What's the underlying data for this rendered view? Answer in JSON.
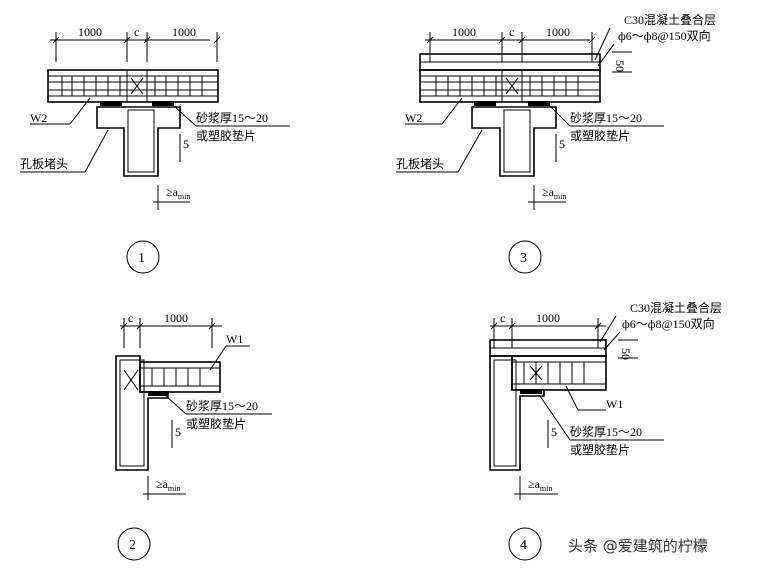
{
  "dims": {
    "d1000": "1000",
    "c": "c",
    "d50": "50",
    "d5": "5",
    "amin": "≥a",
    "amin_sub": "min"
  },
  "labels": {
    "w1": "W1",
    "w2": "W2",
    "mortar_line1": "砂浆厚15～20",
    "mortar_line2": "或塑胶垫片",
    "plug": "孔板堵头",
    "c30_line1": "C30混凝土叠合层",
    "c30_line2": "ф6～ф8@150双向"
  },
  "detail_numbers": [
    "1",
    "2",
    "3",
    "4"
  ],
  "watermark": "头条 @爱建筑的柠檬"
}
